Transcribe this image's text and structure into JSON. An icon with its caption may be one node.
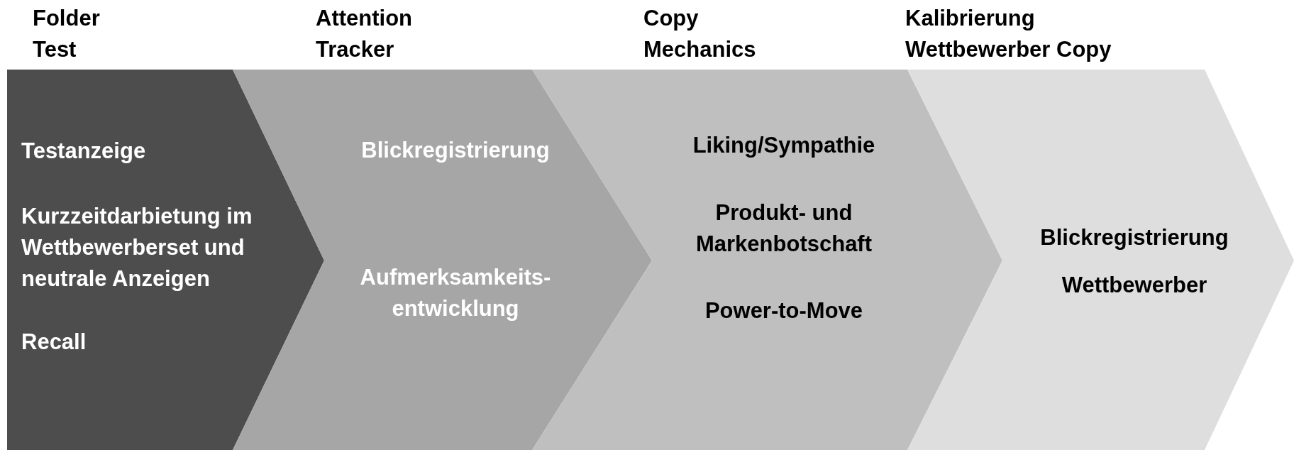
{
  "diagram": {
    "nodes": [
      {
        "text": [
          "Folder Test",
          "Testanzeige",
          "Kurzzeitdarbietung im Wettbewerberset und neutrale Anzeigen",
          "Recall"
        ]
      },
      {
        "text": [
          "Attention Tracker",
          "Blickregistrierung",
          "Aufmerksamkeits- entwicklung"
        ]
      },
      {
        "text": [
          "Copy Mechanics",
          "Liking/Sympathie",
          "Produkt- und Markenbotschaft",
          "Power-to-Move"
        ]
      },
      {
        "text": [
          "Kalibrierung Wettbewerber Copy",
          "Blickregistrierung",
          "Wettbewerber"
        ]
      }
    ]
  }
}
